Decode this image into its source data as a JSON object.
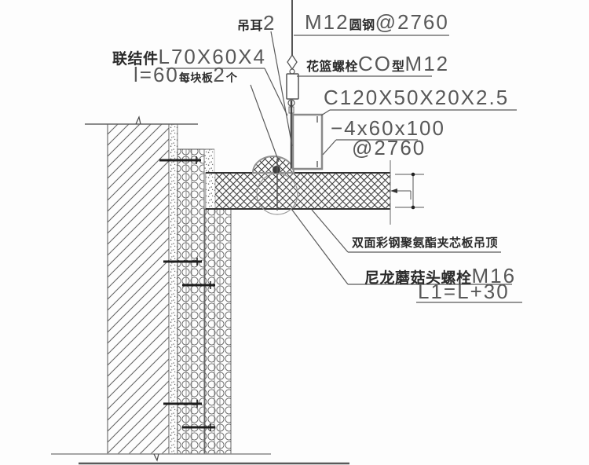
{
  "colors": {
    "line": "#4d4d4d",
    "text_dark": "#2b2b2b",
    "text_big": "#585858"
  },
  "annotations": {
    "lifting_ear": {
      "cn": "吊耳",
      "qty": "2"
    },
    "hanger_rod": {
      "size": "M12",
      "cn": "圆钢",
      "spacing": "@2760"
    },
    "connector": {
      "cn": "联结件",
      "spec": "L70X60X4"
    },
    "connector_len": {
      "len": "l=60",
      "cn": "每块板",
      "qty": "2",
      "unit": "个"
    },
    "turnbuckle": {
      "cn": "花篮螺栓",
      "model": "CO",
      "cn_type": "型",
      "size": "M12"
    },
    "channel": {
      "spec": "C120X50X20X2.5"
    },
    "plate": {
      "spec": "−4x60x100",
      "spacing": "@2760"
    },
    "ceiling_panel": {
      "cn": "双面彩钢聚氨酯夹芯板吊顶"
    },
    "mushroom_bolt": {
      "cn": "尼龙蘑菇头螺栓",
      "size": "M16"
    },
    "length_formula": {
      "formula": "L1=L+30"
    }
  }
}
